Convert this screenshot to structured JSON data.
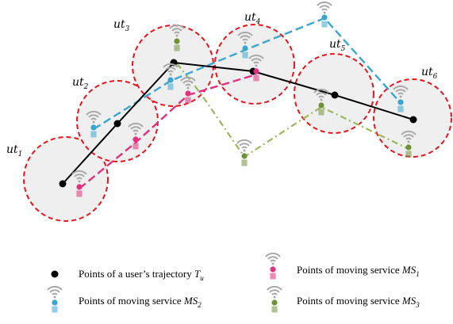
{
  "regions": [
    {
      "id": "ut1",
      "label_main": "ut",
      "label_sub": "1"
    },
    {
      "id": "ut2",
      "label_main": "ut",
      "label_sub": "2"
    },
    {
      "id": "ut3",
      "label_main": "ut",
      "label_sub": "3"
    },
    {
      "id": "ut4",
      "label_main": "ut",
      "label_sub": "4"
    },
    {
      "id": "ut5",
      "label_main": "ut",
      "label_sub": "5"
    },
    {
      "id": "ut6",
      "label_main": "ut",
      "label_sub": "6"
    }
  ],
  "legend": {
    "trajectory": {
      "text": "Points of a user’s trajectory ",
      "math_main": "T",
      "math_sub": "u"
    },
    "ms1": {
      "text": "Points of moving service ",
      "math_main": "MS",
      "math_sub": "1"
    },
    "ms2": {
      "text": "Points of moving service ",
      "math_main": "MS",
      "math_sub": "2"
    },
    "ms3": {
      "text": "Points of moving service ",
      "math_main": "MS",
      "math_sub": "3"
    }
  },
  "colors": {
    "trajectory": "#000000",
    "ms1": "#e0307f",
    "ms2": "#3aa6d0",
    "ms3": "#9ab85a",
    "region_border": "#e8131b",
    "region_fill": "#efefef",
    "wifi": "#a8a8a8"
  }
}
